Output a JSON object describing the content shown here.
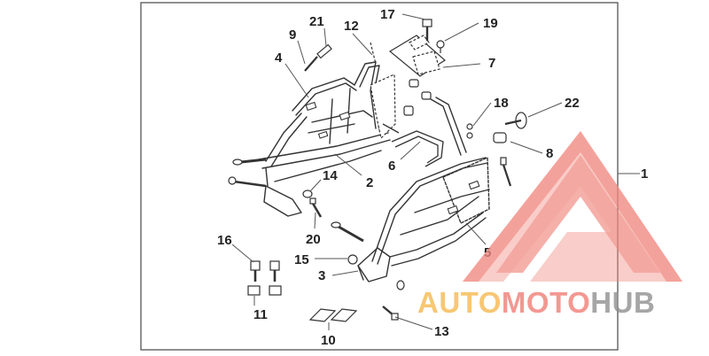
{
  "frame_label": "1",
  "part_labels": {
    "p2": "2",
    "p3": "3",
    "p4": "4",
    "p5": "5",
    "p6": "6",
    "p7": "7",
    "p8": "8",
    "p9": "9",
    "p10": "10",
    "p11": "11",
    "p12": "12",
    "p13": "13",
    "p14": "14",
    "p15": "15",
    "p16": "16",
    "p17": "17",
    "p18": "18",
    "p19": "19",
    "p20": "20",
    "p21": "21",
    "p22": "22"
  },
  "watermark": {
    "word_auto": "AUTO",
    "word_moto": "MOTO",
    "word_hub": "HUB",
    "colors": {
      "auto": "#f5b84c",
      "moto": "#f07c74",
      "hub": "#8e8e8e",
      "triangle": "#f08880"
    }
  }
}
